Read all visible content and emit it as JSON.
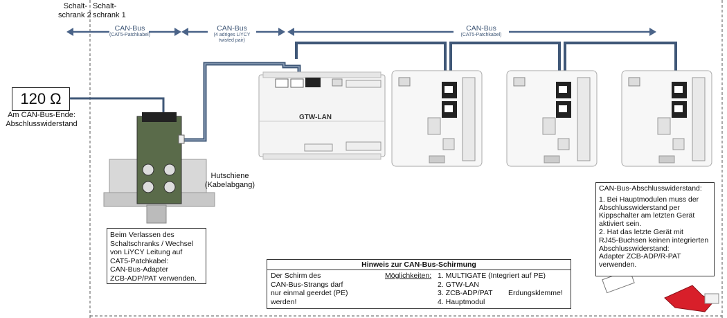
{
  "cabinets": {
    "left": [
      "Schalt-",
      "schrank 2"
    ],
    "right": [
      "Schalt-",
      "schrank 1"
    ]
  },
  "bus_segments": [
    {
      "title": "CAN-Bus",
      "sub": [
        "(CAT5-Patchkabel)"
      ]
    },
    {
      "title": "CAN-Bus",
      "sub": [
        "(4 adriges LiYCY",
        "twisted pair)"
      ]
    },
    {
      "title": "CAN-Bus",
      "sub": [
        "(CAT5-Patchkabel)"
      ]
    }
  ],
  "resistor": {
    "value": "120 Ω",
    "caption": [
      "Am CAN-Bus-Ende:",
      "Abschlusswiderstand"
    ]
  },
  "rail_label": [
    "Hutschiene",
    "(Kabelabgang)"
  ],
  "gateway_label": "GTW-LAN",
  "leave_cabinet_note": [
    "Beim Verlassen des",
    "Schaltschranks / Wechsel",
    "von LiYCY Leitung auf",
    "CAT5-Patchkabel:",
    "CAN-Bus-Adapter",
    "ZCB-ADP/PAT verwenden."
  ],
  "termination_note": {
    "title": "CAN-Bus-Abschlusswiderstand:",
    "p1": [
      "1. Bei Hauptmodulen muss der",
      "Abschlusswiderstand per",
      "Kippschalter am letzten Gerät",
      "aktiviert sein."
    ],
    "p2": [
      "2. Hat das letzte Gerät mit",
      "RJ45-Buchsen keinen integrierten",
      "Abschlusswiderstand:",
      "Adapter ZCB-ADP/R-PAT",
      "verwenden."
    ]
  },
  "shield_note": {
    "title": "Hinweis zur CAN-Bus-Schirmung",
    "left": [
      "Der Schirm des",
      "CAN-Bus-Strangs darf",
      "nur einmal geerdet (PE)",
      "werden!"
    ],
    "options_label": "Möglichkeiten:",
    "options": [
      "1. MULTIGATE (Integriert auf PE)",
      "2. GTW-LAN",
      "3. ZCB-ADP/PAT",
      "4. Hauptmodul"
    ],
    "clamp": "Erdungsklemme!"
  },
  "colors": {
    "bus": "#4a6388",
    "cable": "#3f5777",
    "pcb": "#5a6b4a"
  }
}
